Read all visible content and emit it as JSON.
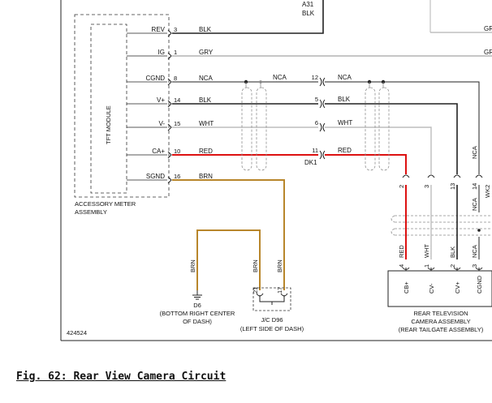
{
  "colors": {
    "blk": "#222222",
    "gry": "#b4b4b4",
    "red": "#dd1111",
    "brn": "#b8862b",
    "wht": "#bdbdbd",
    "nca": "#222222",
    "shield": "#8e8e8e"
  },
  "top": {
    "connector": "A31",
    "wire_color": "BLK"
  },
  "tft_module": {
    "label": "TFT MODULE",
    "assembly_line1": "ACCESSORY METER",
    "assembly_line2": "ASSEMBLY"
  },
  "pins": [
    {
      "name": "REV",
      "pin": "3",
      "wire": "BLK"
    },
    {
      "name": "IG",
      "pin": "1",
      "wire": "GRY"
    },
    {
      "name": "CGND",
      "pin": "8",
      "wire": "NCA"
    },
    {
      "name": "V+",
      "pin": "14",
      "wire": "BLK"
    },
    {
      "name": "V-",
      "pin": "15",
      "wire": "WHT"
    },
    {
      "name": "CA+",
      "pin": "10",
      "wire": "RED"
    },
    {
      "name": "SGND",
      "pin": "16",
      "wire": "BRN"
    }
  ],
  "mid_wire_label": "NCA",
  "dk1": {
    "name": "DK1",
    "rows": [
      {
        "pin": "12",
        "wire": "NCA"
      },
      {
        "pin": "5",
        "wire": "BLK"
      },
      {
        "pin": "6",
        "wire": "WHT"
      },
      {
        "pin": "11",
        "wire": "RED"
      }
    ]
  },
  "right_edge_labels": [
    "GR",
    "GR"
  ],
  "wk2": {
    "name": "WK2",
    "pin": "14",
    "wire": "NCA"
  },
  "camera": {
    "upper_pins": [
      "2",
      "3",
      "13"
    ],
    "lower_pins": [
      {
        "pin": "4",
        "wire": "RED",
        "name": "CB+"
      },
      {
        "pin": "1",
        "wire": "WHT",
        "name": "CV-"
      },
      {
        "pin": "2",
        "wire": "BLK",
        "name": "CV+"
      },
      {
        "pin": "3",
        "wire": "NCA",
        "name": "CGND"
      }
    ],
    "right_upper_label": "NCA",
    "label_line1": "REAR TELEVISION",
    "label_line2": "CAMERA ASSEMBLY",
    "label_line3": "(REAR TAILGATE ASSEMBLY)"
  },
  "ground": {
    "wire": "BRN",
    "name": "D6",
    "desc_line1": "(BOTTOM RIGHT CENTER",
    "desc_line2": "OF DASH)"
  },
  "jc": {
    "pins": [
      "21",
      "17"
    ],
    "wires": [
      "BRN",
      "BRN"
    ],
    "name": "J/C D96",
    "desc": "(LEFT SIDE OF DASH)"
  },
  "figure_number": "424524",
  "caption": "Fig. 62: Rear View Camera Circuit"
}
